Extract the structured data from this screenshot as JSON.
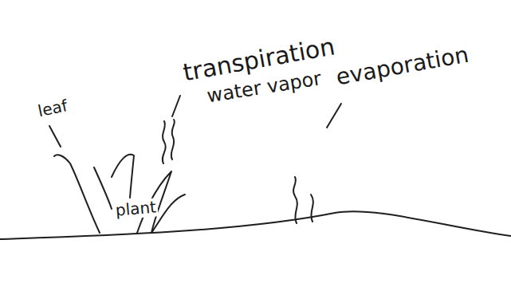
{
  "diagram": {
    "labels": [
      "leaf",
      "transpiration",
      "water vapor",
      "evaporation",
      "plant"
    ]
  }
}
